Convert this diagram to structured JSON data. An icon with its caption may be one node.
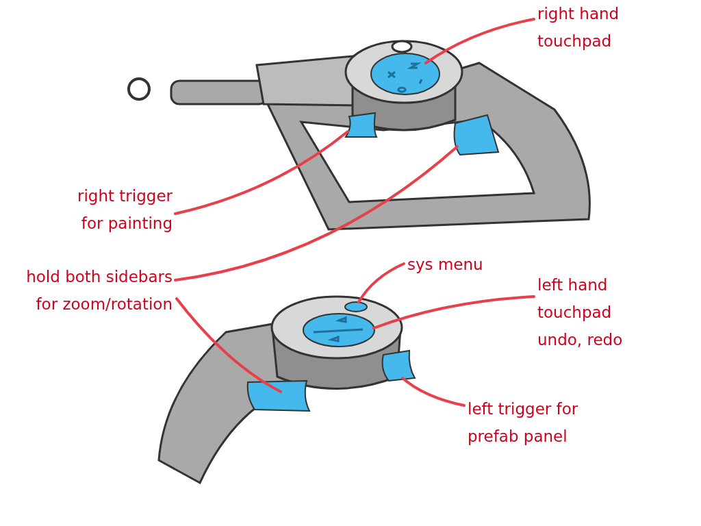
{
  "diagram": {
    "nodes": [
      {
        "text": [
          "right hand touchpad"
        ]
      },
      {
        "text": [],
        "shape": "circle"
      },
      {
        "text": [
          "right trigger for painting"
        ]
      },
      {
        "text": [],
        "shape": "box"
      },
      {
        "text": [
          "hold both sidebars for zoom/rotation"
        ]
      },
      {
        "text": [],
        "shape": "box"
      },
      {
        "text": [],
        "shape": "box"
      },
      {
        "text": [
          "sys menu"
        ]
      },
      {
        "text": [],
        "shape": "circle"
      },
      {
        "text": [
          "left hand touchpad undo, redo"
        ]
      },
      {
        "text": [],
        "shape": "circle"
      },
      {
        "text": [
          "left trigger for prefab panel"
        ]
      },
      {
        "text": [],
        "shape": "box"
      }
    ],
    "edges": [
      {
        "from": 0,
        "to": 1,
        "arrow": "none"
      },
      {
        "from": 2,
        "to": 3,
        "arrow": "none"
      },
      {
        "from": 4,
        "to": 5,
        "arrow": "none"
      },
      {
        "from": 4,
        "to": 6,
        "arrow": "none"
      },
      {
        "from": 7,
        "to": 8,
        "arrow": "none"
      },
      {
        "from": 9,
        "to": 10,
        "arrow": "none"
      },
      {
        "from": 11,
        "to": 12,
        "arrow": "none"
      }
    ]
  }
}
